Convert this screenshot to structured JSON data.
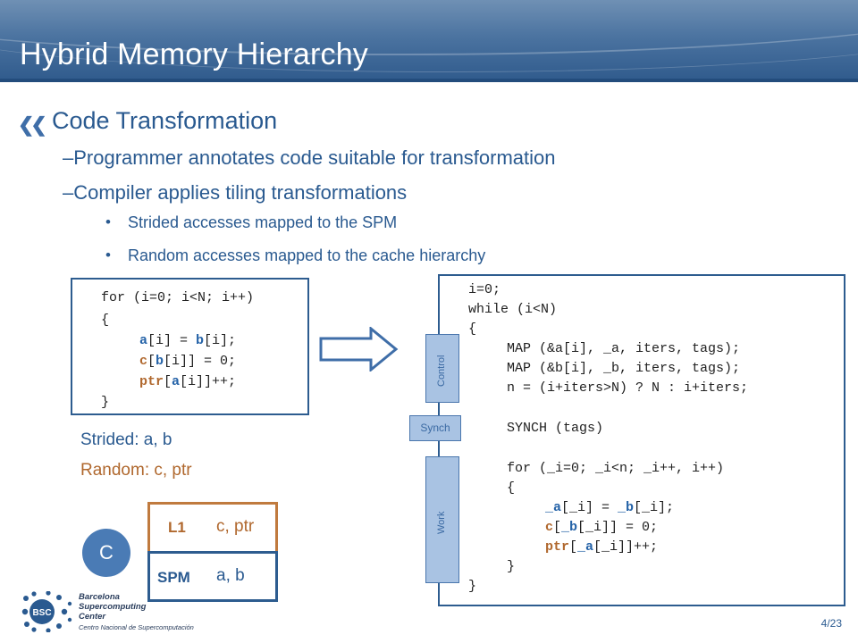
{
  "slide": {
    "title": "Hybrid Memory Hierarchy",
    "page_number": "4/23"
  },
  "bullets": {
    "level1": "Code Transformation",
    "level2": [
      "–Programmer annotates code suitable for transformation",
      "–Compiler applies tiling transformations"
    ],
    "level3": [
      "Strided accesses mapped to the SPM",
      "Random accesses mapped to the cache hierarchy"
    ]
  },
  "left_code": {
    "lines": [
      "for (i=0; i<N; i++)",
      "{",
      "a[i] = b[i];",
      "c[b[i]] = 0;",
      "ptr[a[i]]++;",
      "}"
    ]
  },
  "right_code": {
    "lines": [
      "i=0;",
      "while (i<N)",
      "{",
      "MAP (&a[i], _a, iters, tags);",
      "MAP (&b[i], _b, iters, tags);",
      "n = (i+iters>N) ? N : i+iters;",
      "SYNCH (tags)",
      "for (_i=0; _i<n; _i++, i++)",
      "{",
      "_a[_i] = _b[_i];",
      "c[_b[_i]] = 0;",
      "ptr[_a[_i]]++;",
      "}",
      "}"
    ]
  },
  "phases": {
    "control": "Control",
    "synch": "Synch",
    "work": "Work"
  },
  "classification": {
    "strided": "Strided: a, b",
    "random": "Random: c, ptr"
  },
  "memory": {
    "core": "C",
    "l1_label": "L1",
    "l1_value": "c, ptr",
    "spm_label": "SPM",
    "spm_value": "a, b"
  },
  "logo": {
    "line1": "Barcelona",
    "line2": "Supercomputing",
    "line3": "Center",
    "line4": "Centro Nacional de Supercomputación",
    "emblem": "BSC"
  },
  "colors": {
    "header": "#4b73a0",
    "text_blue": "#2a5a90",
    "accent_brown": "#b0682e",
    "phase_fill": "#a9c3e3"
  }
}
